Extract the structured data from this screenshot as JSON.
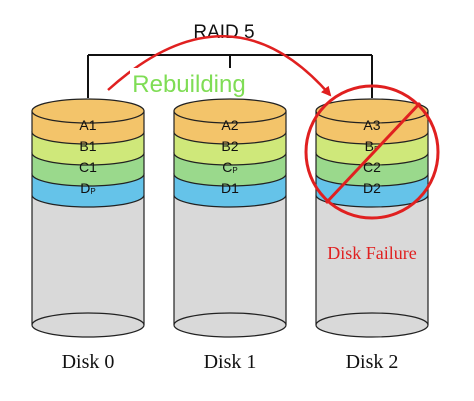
{
  "title": "RAID 5",
  "rebuild_label": "Rebuilding",
  "failure_label": "Disk Failure",
  "disks": [
    {
      "name": "Disk 0",
      "blocks": [
        {
          "base": "A",
          "sub": "1",
          "small": false
        },
        {
          "base": "B",
          "sub": "1",
          "small": false
        },
        {
          "base": "C",
          "sub": "1",
          "small": false
        },
        {
          "base": "D",
          "sub": "P",
          "small": true
        }
      ]
    },
    {
      "name": "Disk 1",
      "blocks": [
        {
          "base": "A",
          "sub": "2",
          "small": false
        },
        {
          "base": "B",
          "sub": "2",
          "small": false
        },
        {
          "base": "C",
          "sub": "P",
          "small": true
        },
        {
          "base": "D",
          "sub": "1",
          "small": false
        }
      ]
    },
    {
      "name": "Disk 2",
      "blocks": [
        {
          "base": "A",
          "sub": "3",
          "small": false
        },
        {
          "base": "B",
          "sub": "P",
          "small": true
        },
        {
          "base": "C",
          "sub": "2",
          "small": false
        },
        {
          "base": "D",
          "sub": "2",
          "small": false
        }
      ]
    }
  ],
  "colors": {
    "block_A": "#f3c46a",
    "block_B": "#cfe87a",
    "block_C": "#9ad98c",
    "block_D": "#65c3e9",
    "body": "#d9d9d9",
    "failure_red": "#e02020",
    "rebuild_green": "#7fdd55",
    "outline": "#222222"
  },
  "icons": {
    "failed_disk_marker": "prohibition-circle-icon",
    "rebuild_arrow": "curved-arrow-icon"
  }
}
